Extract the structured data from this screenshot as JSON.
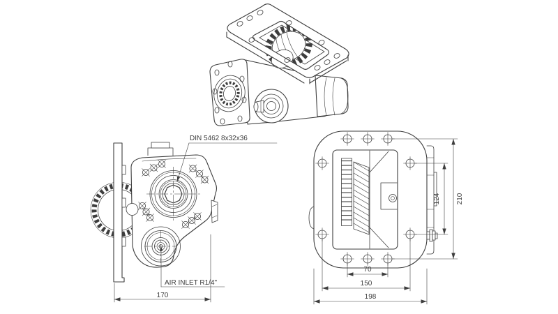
{
  "colors": {
    "line": "#3d3d3d",
    "bg": "#ffffff"
  },
  "side_view": {
    "spline_label": "DIN 5462 8x32x36",
    "air_inlet_label": "AIR INLET R1/4\"",
    "width_dim": "170"
  },
  "rear_view": {
    "bolt_span_dim": "70",
    "mid_span_dim": "150",
    "overall_width_dim": "198",
    "side_hole_span_dim": "124",
    "overall_height_dim": "210"
  }
}
